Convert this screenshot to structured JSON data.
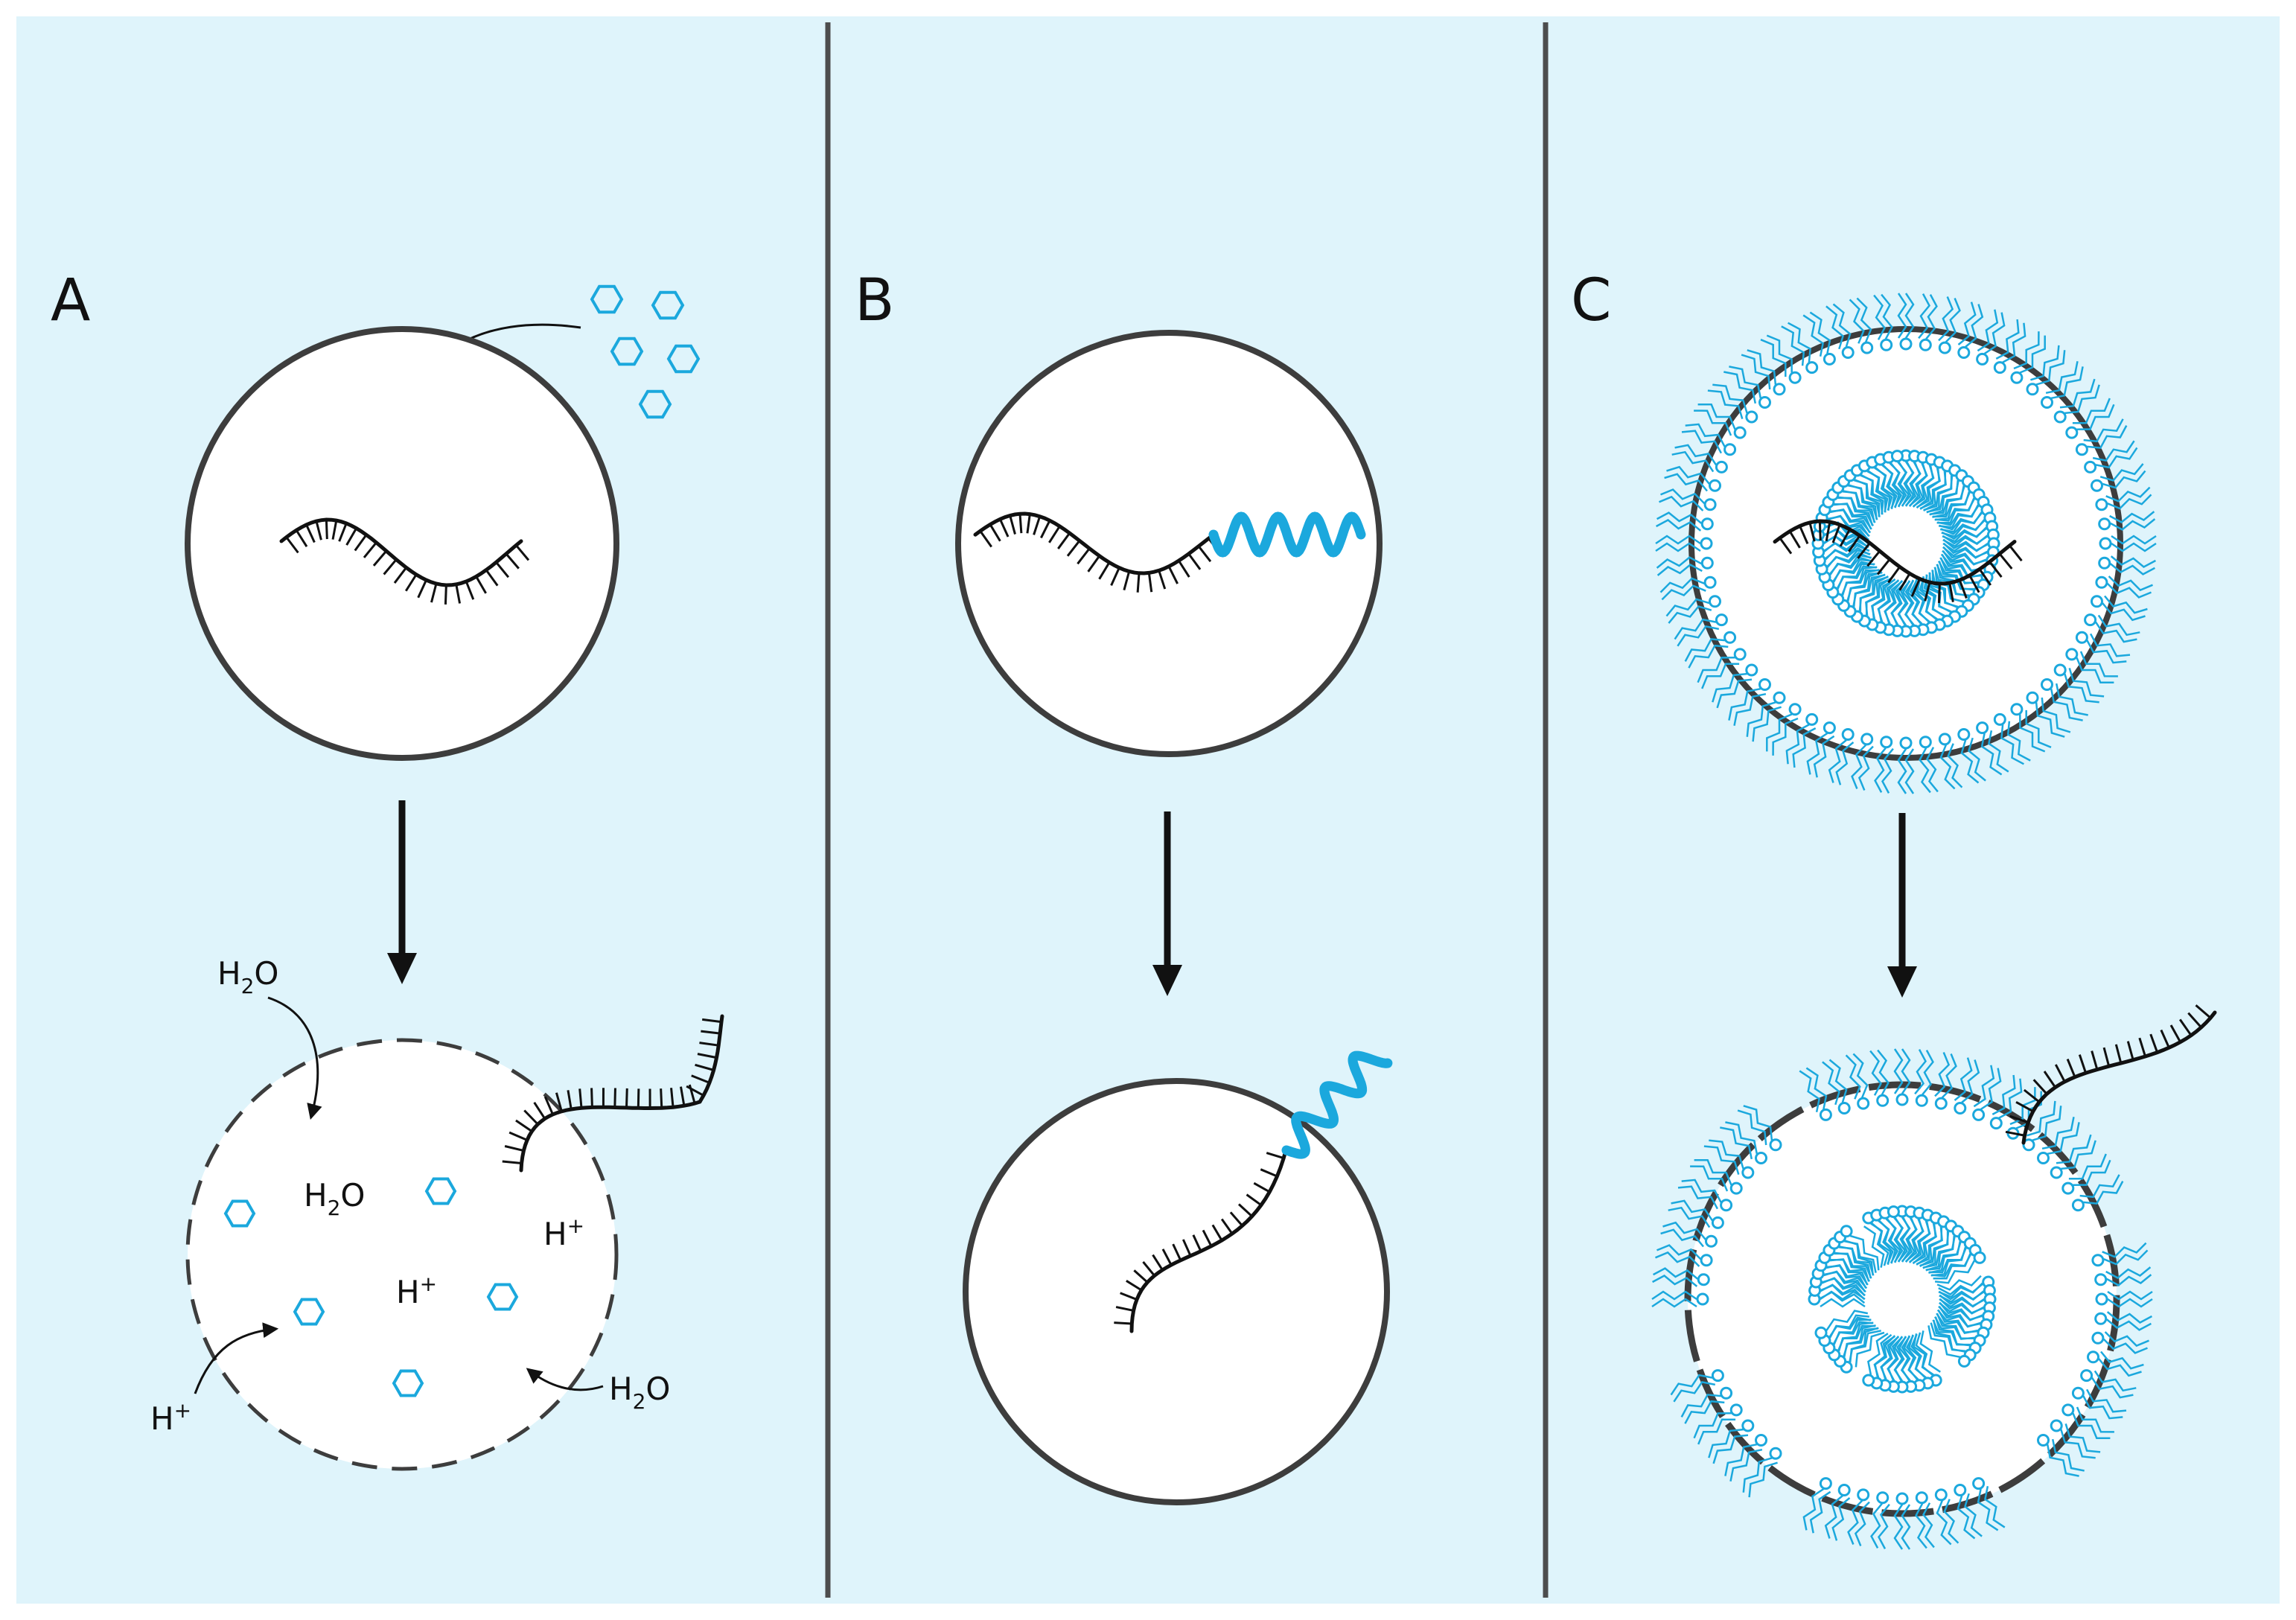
{
  "colors": {
    "background": "#dff4fb",
    "divider": "#4d4d4d",
    "outline": "#3d3d3d",
    "strand": "#111111",
    "accent": "#1ba8dd",
    "cell_fill": "#ffffff"
  },
  "panels": [
    {
      "id": "A",
      "letter": "A",
      "chem_labels": [
        {
          "base": "H",
          "sub": "2",
          "sup": "",
          "tail": "O"
        },
        {
          "base": "H",
          "sub": "2",
          "sup": "",
          "tail": "O"
        },
        {
          "base": "H",
          "sub": "2",
          "sup": "",
          "tail": "O"
        },
        {
          "base": "H",
          "sub": "",
          "sup": "+",
          "tail": ""
        },
        {
          "base": "H",
          "sub": "",
          "sup": "+",
          "tail": ""
        },
        {
          "base": "H",
          "sub": "",
          "sup": "+",
          "tail": ""
        }
      ]
    },
    {
      "id": "B",
      "letter": "B",
      "chem_labels": []
    },
    {
      "id": "C",
      "letter": "C",
      "chem_labels": []
    }
  ]
}
